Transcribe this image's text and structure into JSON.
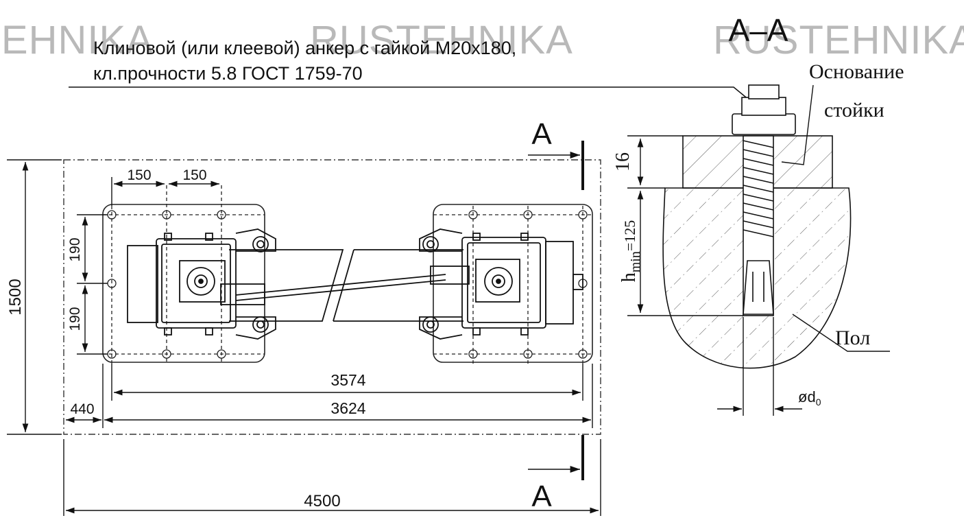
{
  "watermark": "RUSTEHNIKA",
  "anchor_note": {
    "line1": "Клиновой (или клеевой) анкер с гайкой М20х180,",
    "line2": "кл.прочности 5.8 ГОСТ 1759-70"
  },
  "section": {
    "title": "А–А",
    "marker": "А"
  },
  "plan_dims": {
    "overall_length": "4500",
    "overall_width": "1500",
    "span_outer": "3624",
    "span_inner": "3574",
    "offset": "440",
    "hole_spacing_x1": "150",
    "hole_spacing_x2": "150",
    "hole_spacing_y1": "190",
    "hole_spacing_y2": "190"
  },
  "section_labels": {
    "base_line1": "Основание",
    "base_line2": "стойки",
    "floor": "Пол",
    "base_thickness": "16",
    "hmin": "h",
    "hmin_sub": "min",
    "hmin_value": "=125",
    "diameter": "ød",
    "diameter_sub": "0"
  }
}
